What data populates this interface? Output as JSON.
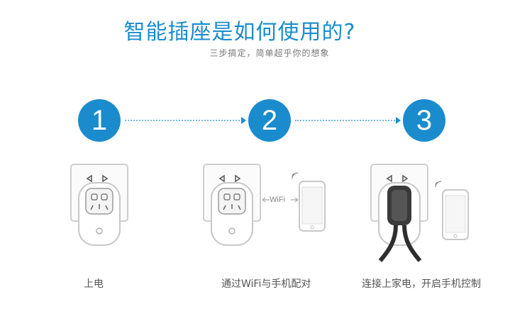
{
  "header": {
    "title_accent": "智能插座",
    "title_rest": "是如何使用的?",
    "subtitle": "三步搞定，简单超乎你的想象"
  },
  "steps": [
    {
      "number": "1",
      "caption": "上电"
    },
    {
      "number": "2",
      "caption": "通过WiFi与手机配对",
      "link_label": "WiFi"
    },
    {
      "number": "3",
      "caption": "连接上家电，开启手机控制"
    }
  ],
  "colors": {
    "accent": "#1a8ccd",
    "line": "#6fb8e0",
    "stroke": "#c8c8c8",
    "caption": "#555555"
  }
}
